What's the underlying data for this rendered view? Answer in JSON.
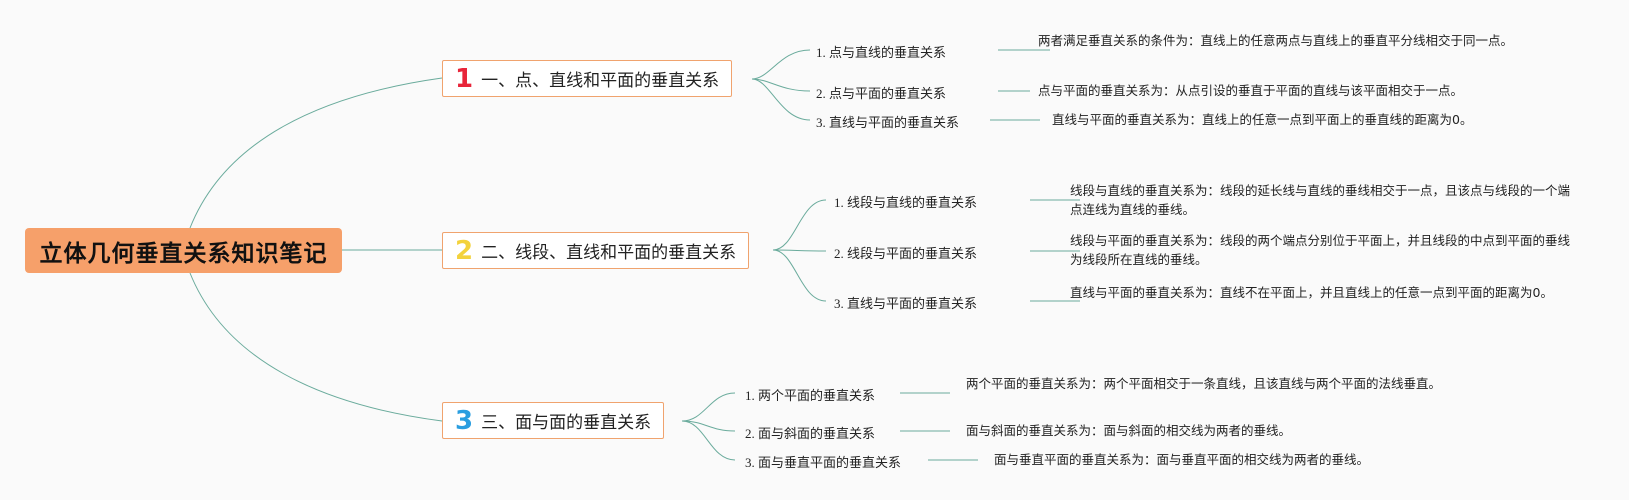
{
  "root": {
    "label": "立体几何垂直关系知识笔记"
  },
  "branches": [
    {
      "number": "1",
      "number_color": "#e8253a",
      "title": "一、点、直线和平面的垂直关系",
      "items": [
        {
          "label": "1. 点与直线的垂直关系",
          "desc": "两者满足垂直关系的条件为：直线上的任意两点与直线上的垂直平分线相交于同一点。"
        },
        {
          "label": "2. 点与平面的垂直关系",
          "desc": "点与平面的垂直关系为：从点引设的垂直于平面的直线与该平面相交于一点。"
        },
        {
          "label": "3. 直线与平面的垂直关系",
          "desc": "直线与平面的垂直关系为：直线上的任意一点到平面上的垂直线的距离为0。"
        }
      ]
    },
    {
      "number": "2",
      "number_color": "#f3d23c",
      "title": "二、线段、直线和平面的垂直关系",
      "items": [
        {
          "label": "1. 线段与直线的垂直关系",
          "desc": "线段与直线的垂直关系为：线段的延长线与直线的垂线相交于一点，且该点与线段的一个端点连线为直线的垂线。"
        },
        {
          "label": "2. 线段与平面的垂直关系",
          "desc": "线段与平面的垂直关系为：线段的两个端点分别位于平面上，并且线段的中点到平面的垂线为线段所在直线的垂线。"
        },
        {
          "label": "3. 直线与平面的垂直关系",
          "desc": "直线与平面的垂直关系为：直线不在平面上，并且直线上的任意一点到平面的距离为0。"
        }
      ]
    },
    {
      "number": "3",
      "number_color": "#2a9ee0",
      "title": "三、面与面的垂直关系",
      "items": [
        {
          "label": "1. 两个平面的垂直关系",
          "desc": "两个平面的垂直关系为：两个平面相交于一条直线，且该直线与两个平面的法线垂直。"
        },
        {
          "label": "2. 面与斜面的垂直关系",
          "desc": "面与斜面的垂直关系为：面与斜面的相交线为两者的垂线。"
        },
        {
          "label": "3. 面与垂直平面的垂直关系",
          "desc": "面与垂直平面的垂直关系为：面与垂直平面的相交线为两者的垂线。"
        }
      ]
    }
  ],
  "colors": {
    "root_bg": "#f6a06a",
    "branch_border": "#f0a36e",
    "connector": "#6aab9c"
  }
}
